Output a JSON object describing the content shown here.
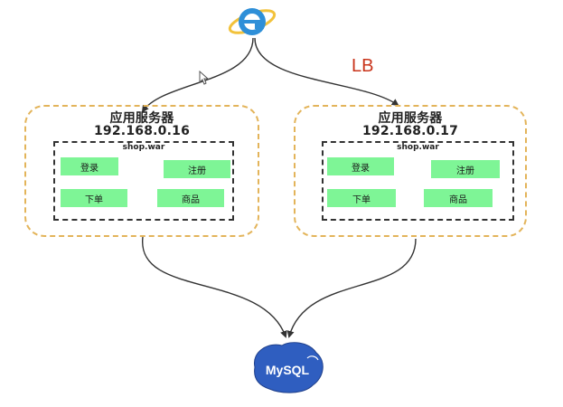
{
  "browser": {
    "icon": "internet-explorer-icon"
  },
  "load_balancer": {
    "label": "LB",
    "color": "#c9341b"
  },
  "servers": [
    {
      "title": "应用服务器",
      "ip": "192.168.0.16",
      "war": {
        "label": "shop.war",
        "modules": [
          "登录",
          "注册",
          "下单",
          "商品"
        ]
      }
    },
    {
      "title": "应用服务器",
      "ip": "192.168.0.17",
      "war": {
        "label": "shop.war",
        "modules": [
          "登录",
          "注册",
          "下单",
          "商品"
        ]
      }
    }
  ],
  "database": {
    "icon": "mysql-icon",
    "label": "MySQL"
  },
  "colors": {
    "server_border": "#e3b45a",
    "module_fill": "#7ef596",
    "war_border": "#333333",
    "ie_blue": "#2e8fd8",
    "ie_ring": "#f2c23b",
    "mysql_fill": "#2f5ec0"
  }
}
